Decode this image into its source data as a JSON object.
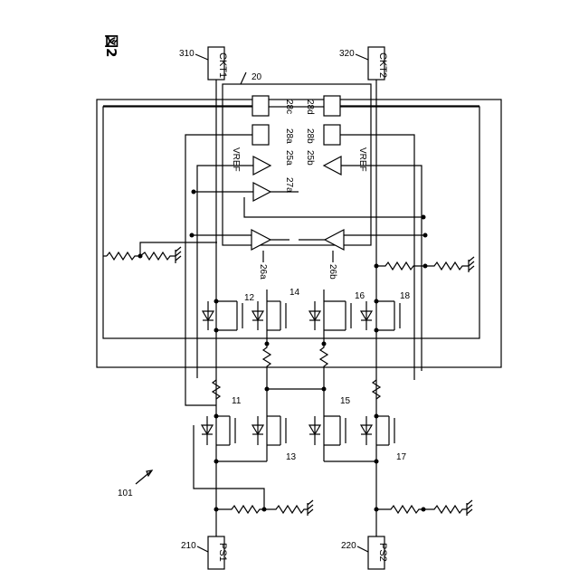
{
  "figure": {
    "title": "図2",
    "device_ref": "101"
  },
  "terminals": {
    "ckt1": {
      "label": "CKT1",
      "ref": "310"
    },
    "ckt2": {
      "label": "CKT2",
      "ref": "320"
    },
    "ps1": {
      "label": "PS1",
      "ref": "210"
    },
    "ps2": {
      "label": "PS2",
      "ref": "220"
    }
  },
  "control_block": {
    "ref": "20"
  },
  "latches": {
    "c": "28c",
    "d": "28d",
    "a": "28a",
    "b": "28b"
  },
  "comparators": {
    "a": "25a",
    "b": "25b",
    "amp": "27a"
  },
  "vref": {
    "left": "VREF",
    "right": "VREF"
  },
  "drivers": {
    "a": "26a",
    "b": "26b"
  },
  "transistors": {
    "t11": "11",
    "t12": "12",
    "t13": "13",
    "t14": "14",
    "t15": "15",
    "t16": "16",
    "t17": "17",
    "t18": "18"
  }
}
